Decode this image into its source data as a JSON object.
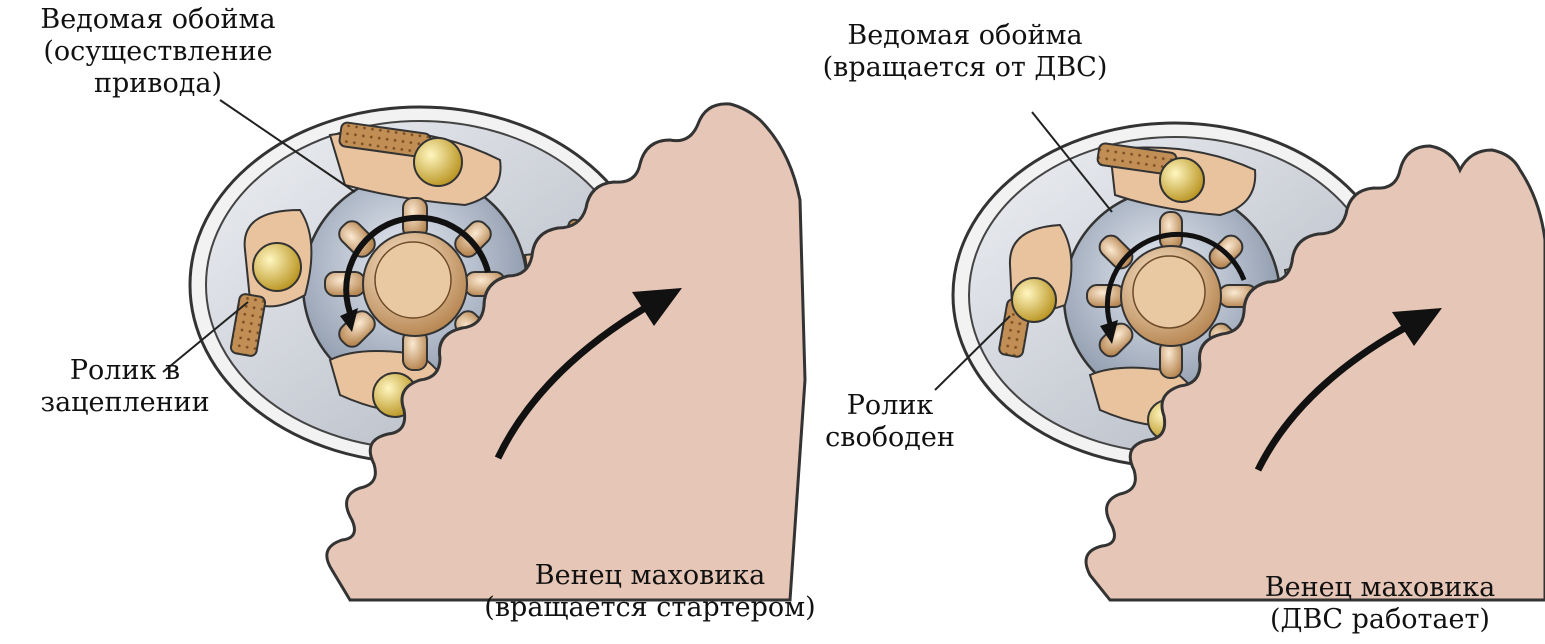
{
  "left": {
    "driven_race_label": [
      "Ведомая обойма",
      "(осуществление",
      "привода)"
    ],
    "roller_label": [
      "Ролик в",
      "зацеплении"
    ],
    "ring_label": [
      "Венец маховика",
      "(вращается стартером)"
    ]
  },
  "right": {
    "driven_race_label": [
      "Ведомая обойма",
      "(вращается от ДВС)"
    ],
    "roller_label": [
      "Ролик",
      "свободен"
    ],
    "ring_label": [
      "Венец маховика",
      "(ДВС работает)"
    ]
  },
  "colors": {
    "flywheel_fill": "#e6c6b6",
    "housing_fill": "#d5d7de",
    "hub_fill": "#a4b0c2",
    "gear_fill": "#e0b78a",
    "roller_fill": "#e2c24a",
    "spring_fill": "#b9864e"
  }
}
